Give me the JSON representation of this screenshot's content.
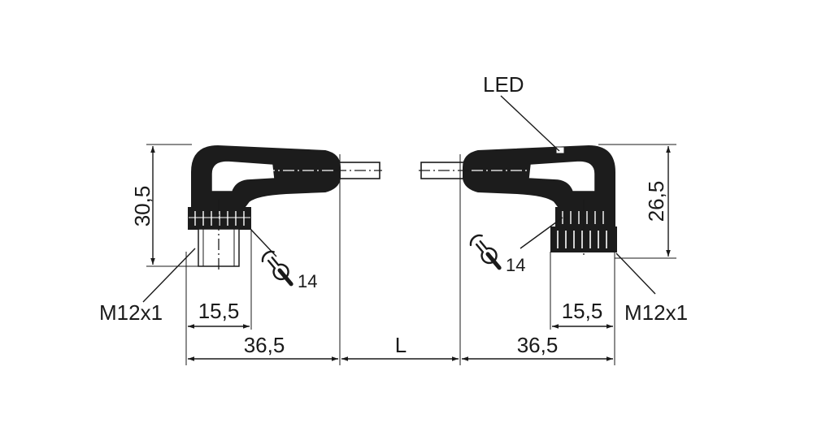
{
  "labels": {
    "led": "LED",
    "height_left": "30,5",
    "height_right": "26,5",
    "wrench_size_left": "14",
    "wrench_size_right": "14",
    "thread_left": "M12x1",
    "thread_right": "M12x1",
    "nut_width_left": "15,5",
    "nut_width_right": "15,5",
    "length_left": "36,5",
    "length_right": "36,5",
    "cable_length": "L"
  },
  "icons": [
    "wrench-icon"
  ]
}
